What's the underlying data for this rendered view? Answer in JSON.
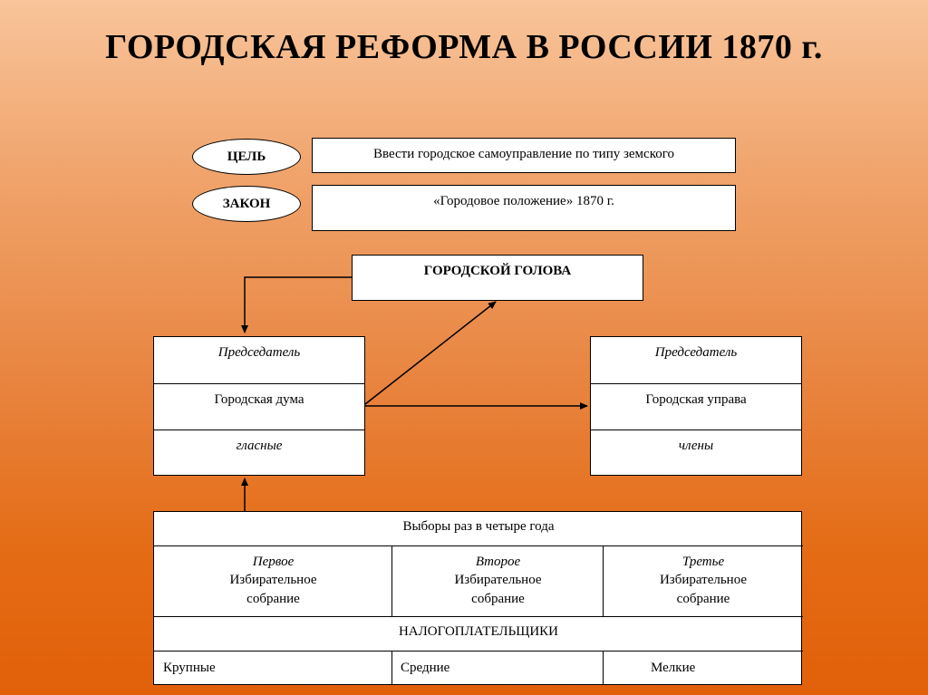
{
  "title": "ГОРОДСКАЯ РЕФОРМА В РОССИИ 1870 г.",
  "goal": {
    "label": "ЦЕЛЬ",
    "text": "Ввести городское самоуправление по типу земского"
  },
  "law": {
    "label": "ЗАКОН",
    "text": "«Городовое положение» 1870 г."
  },
  "head": {
    "text": "ГОРОДСКОЙ ГОЛОВА"
  },
  "duma": {
    "chair": "Председатель",
    "name": "Городская дума",
    "members": "гласные"
  },
  "uprava": {
    "chair": "Председатель",
    "name": "Городская управа",
    "members": "члены"
  },
  "elections": {
    "header": "Выборы раз в четыре года",
    "assemblies": [
      {
        "order": "Первое",
        "line1": "Избирательное",
        "line2": "собрание"
      },
      {
        "order": "Второе",
        "line1": "Избирательное",
        "line2": "собрание"
      },
      {
        "order": "Третье",
        "line1": "Избирательное",
        "line2": "собрание"
      }
    ],
    "taxpayers": "НАЛОГОПЛАТЕЛЬЩИКИ",
    "groups": [
      "Крупные",
      "Средние",
      "Мелкие"
    ]
  }
}
